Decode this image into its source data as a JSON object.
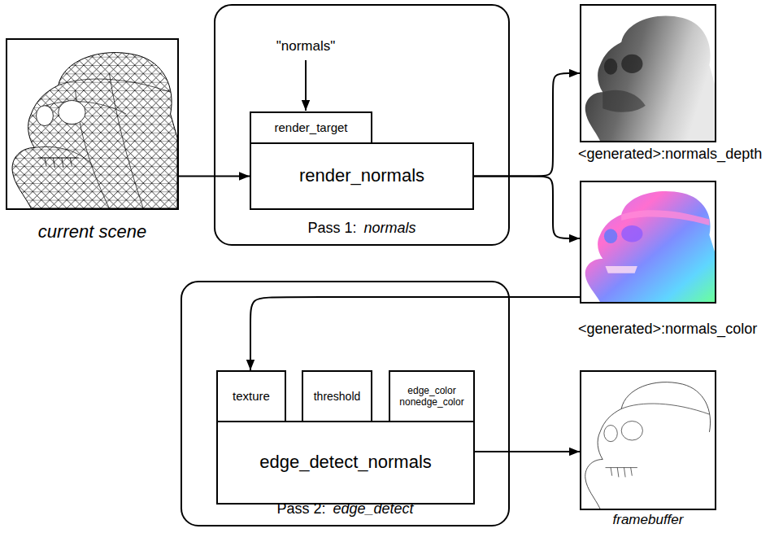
{
  "diagram": {
    "nodes": [
      {
        "text": [
          "current scene"
        ]
      },
      {
        "text": [
          "Pass 1:",
          "normals"
        ]
      },
      {
        "text": [
          "render_target"
        ],
        "in": 1
      },
      {
        "text": [
          "render_normals"
        ],
        "in": 1
      },
      {
        "text": [
          "<generated>:normals_depth"
        ]
      },
      {
        "text": [
          "<generated>:normals_color"
        ]
      },
      {
        "text": [
          "Pass 2:",
          "edge_detect"
        ]
      },
      {
        "text": [
          "texture"
        ],
        "in": 6
      },
      {
        "text": [
          "threshold"
        ],
        "in": 6
      },
      {
        "text": [
          "edge_color",
          "nonedge_color"
        ],
        "in": 6
      },
      {
        "text": [
          "edge_detect_normals"
        ],
        "in": 6
      },
      {
        "text": [
          "framebuffer"
        ]
      }
    ],
    "edges": [
      {
        "from": 0,
        "to": 3,
        "arrow": "to"
      },
      {
        "from": 3,
        "to": 4,
        "arrow": "to"
      },
      {
        "from": 3,
        "to": 5,
        "arrow": "to"
      },
      {
        "from": 5,
        "to": 7,
        "arrow": "to"
      },
      {
        "from": 10,
        "to": 11,
        "arrow": "to"
      }
    ],
    "labels": [
      "\"normals\""
    ]
  }
}
